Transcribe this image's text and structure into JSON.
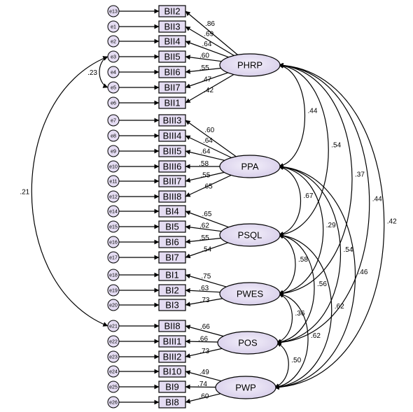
{
  "colors": {
    "shape_fill": "#e4dcf2",
    "latent_fill_center": "#f4f0fb",
    "latent_fill_edge": "#d6cde9",
    "stroke": "#000000"
  },
  "latents": [
    {
      "id": "PHRP",
      "label": "PHRP"
    },
    {
      "id": "PPA",
      "label": "PPA"
    },
    {
      "id": "PSQL",
      "label": "PSQL"
    },
    {
      "id": "PWES",
      "label": "PWES"
    },
    {
      "id": "POS",
      "label": "POS"
    },
    {
      "id": "PWP",
      "label": "PWP"
    }
  ],
  "indicators": [
    {
      "label": "BII2",
      "error": "e13",
      "latent": "PHRP",
      "loading": ".86"
    },
    {
      "label": "BII3",
      "error": "e1",
      "latent": "PHRP",
      "loading": ".69"
    },
    {
      "label": "BII4",
      "error": "e2",
      "latent": "PHRP",
      "loading": ".64"
    },
    {
      "label": "BII5",
      "error": "e3",
      "latent": "PHRP",
      "loading": ".60"
    },
    {
      "label": "BII6",
      "error": "e4",
      "latent": "PHRP",
      "loading": ".55"
    },
    {
      "label": "BII7",
      "error": "e5",
      "latent": "PHRP",
      "loading": ".47"
    },
    {
      "label": "BII1",
      "error": "e6",
      "latent": "PHRP",
      "loading": ".42"
    },
    {
      "label": "BIII3",
      "error": "e7",
      "latent": "PPA",
      "loading": ".60"
    },
    {
      "label": "BIII4",
      "error": "e8",
      "latent": "PPA",
      "loading": ".64"
    },
    {
      "label": "BIII5",
      "error": "e9",
      "latent": "PPA",
      "loading": ".64"
    },
    {
      "label": "BIII6",
      "error": "e10",
      "latent": "PPA",
      "loading": ".58"
    },
    {
      "label": "BIII7",
      "error": "e11",
      "latent": "PPA",
      "loading": ".55"
    },
    {
      "label": "BIII8",
      "error": "e12",
      "latent": "PPA",
      "loading": ".65"
    },
    {
      "label": "BI4",
      "error": "e14",
      "latent": "PSQL",
      "loading": ".65"
    },
    {
      "label": "BI5",
      "error": "e15",
      "latent": "PSQL",
      "loading": ".62"
    },
    {
      "label": "BI6",
      "error": "e16",
      "latent": "PSQL",
      "loading": ".55"
    },
    {
      "label": "BI7",
      "error": "e17",
      "latent": "PSQL",
      "loading": ".54"
    },
    {
      "label": "BI1",
      "error": "e18",
      "latent": "PWES",
      "loading": ".75"
    },
    {
      "label": "BI2",
      "error": "e19",
      "latent": "PWES",
      "loading": ".63"
    },
    {
      "label": "BI3",
      "error": "e20",
      "latent": "PWES",
      "loading": ".73"
    },
    {
      "label": "BII8",
      "error": "e21",
      "latent": "POS",
      "loading": ".66"
    },
    {
      "label": "BIII1",
      "error": "e22",
      "latent": "POS",
      "loading": ".66"
    },
    {
      "label": "BIII2",
      "error": "e23",
      "latent": "POS",
      "loading": ".73"
    },
    {
      "label": "BI10",
      "error": "e24",
      "latent": "PWP",
      "loading": ".49"
    },
    {
      "label": "BI9",
      "error": "e25",
      "latent": "PWP",
      "loading": ".74"
    },
    {
      "label": "BI8",
      "error": "e26",
      "latent": "PWP",
      "loading": ".60"
    }
  ],
  "latent_covariances": [
    {
      "from": "PHRP",
      "to": "PPA",
      "value": ".44"
    },
    {
      "from": "PHRP",
      "to": "PSQL",
      "value": ".54"
    },
    {
      "from": "PHRP",
      "to": "PWES",
      "value": ".37"
    },
    {
      "from": "PHRP",
      "to": "POS",
      "value": ".44"
    },
    {
      "from": "PHRP",
      "to": "PWP",
      "value": ".42"
    },
    {
      "from": "PPA",
      "to": "PSQL",
      "value": ".67"
    },
    {
      "from": "PPA",
      "to": "PWES",
      "value": ".29"
    },
    {
      "from": "PPA",
      "to": "POS",
      "value": ".54"
    },
    {
      "from": "PPA",
      "to": "PWP",
      "value": ".46"
    },
    {
      "from": "PSQL",
      "to": "PWES",
      "value": ".58"
    },
    {
      "from": "PSQL",
      "to": "POS",
      "value": ".56"
    },
    {
      "from": "PSQL",
      "to": "PWP",
      "value": ".62"
    },
    {
      "from": "PWES",
      "to": "POS",
      "value": ".36"
    },
    {
      "from": "PWES",
      "to": "PWP",
      "value": ".62"
    },
    {
      "from": "POS",
      "to": "PWP",
      "value": ".50"
    }
  ],
  "error_covariances": [
    {
      "from": "e3",
      "to": "e5",
      "value": ".23"
    },
    {
      "from": "e3",
      "to": "e21",
      "value": ".21"
    }
  ]
}
